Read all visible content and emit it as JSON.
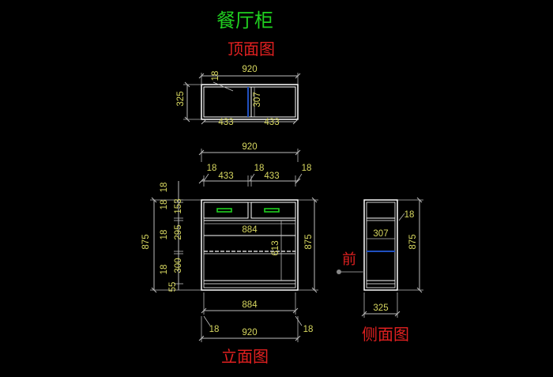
{
  "title": "餐厅柜",
  "views": {
    "top": {
      "title": "顶面图",
      "dims": {
        "width": "920",
        "panel": "18",
        "depth": "325",
        "inner_depth": "307",
        "left_bay": "433",
        "right_bay": "433"
      }
    },
    "front": {
      "title": "立面图",
      "dims": {
        "top_width": "920",
        "left_panel": "18",
        "left_bay": "433",
        "mid_panel": "18",
        "right_bay": "433",
        "right_panel": "18",
        "heights": [
          "18",
          "18",
          "153",
          "18",
          "295",
          "18",
          "300",
          "55"
        ],
        "total_height_left": "875",
        "total_height_right": "875",
        "inner_width_top": "884",
        "open_height": "613",
        "inner_width_bottom": "884",
        "bottom_width": "920",
        "bottom_left_panel": "18",
        "bottom_right_panel": "18"
      }
    },
    "side": {
      "title": "侧面图",
      "front_label": "前",
      "dims": {
        "panel": "18",
        "inner_depth": "307",
        "height": "875",
        "depth": "325"
      }
    }
  },
  "colors": {
    "background": "#000000",
    "outline": "#ffffff",
    "dimension": "#d8d860",
    "title_red": "#e02020",
    "title_green": "#20d020",
    "handle": "#20d020",
    "shelf_line": "#2050c0"
  }
}
